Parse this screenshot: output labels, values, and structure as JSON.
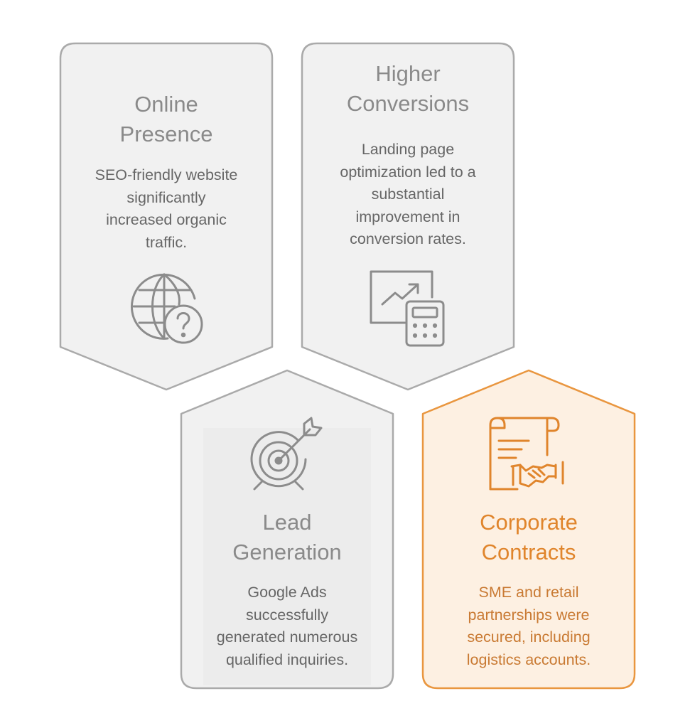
{
  "cards": [
    {
      "title": "Online Presence",
      "title_lines": [
        "Online",
        "Presence"
      ],
      "description": "SEO-friendly website significantly increased organic traffic.",
      "description_lines": [
        "SEO-friendly website",
        "significantly",
        "increased organic",
        "traffic."
      ],
      "icon": "globe-question-icon",
      "highlighted": false
    },
    {
      "title": "Higher Conversions",
      "title_lines": [
        "Higher",
        "Conversions"
      ],
      "description": "Landing page optimization led to a substantial improvement in conversion rates.",
      "description_lines": [
        "Landing page",
        "optimization led to a",
        "substantial",
        "improvement in",
        "conversion rates."
      ],
      "icon": "chart-calculator-icon",
      "highlighted": false
    },
    {
      "title": "Lead Generation",
      "title_lines": [
        "Lead",
        "Generation"
      ],
      "description": "Google Ads successfully generated numerous qualified inquiries.",
      "description_lines": [
        "Google Ads",
        "successfully",
        "generated numerous",
        "qualified inquiries."
      ],
      "icon": "target-arrow-icon",
      "highlighted": false
    },
    {
      "title": "Corporate Contracts",
      "title_lines": [
        "Corporate",
        "Contracts"
      ],
      "description": "SME and retail partnerships were secured, including logistics accounts.",
      "description_lines": [
        "SME and retail",
        "partnerships were",
        "secured, including",
        "logistics accounts."
      ],
      "icon": "contract-handshake-icon",
      "highlighted": true
    }
  ],
  "colors": {
    "gray_fill": "#f1f1f1",
    "gray_stroke": "#aaaaaa",
    "gray_icon": "#8c8c8c",
    "orange_fill": "#fdf0e2",
    "orange_stroke": "#e9963f",
    "orange_icon": "#e0852c"
  }
}
